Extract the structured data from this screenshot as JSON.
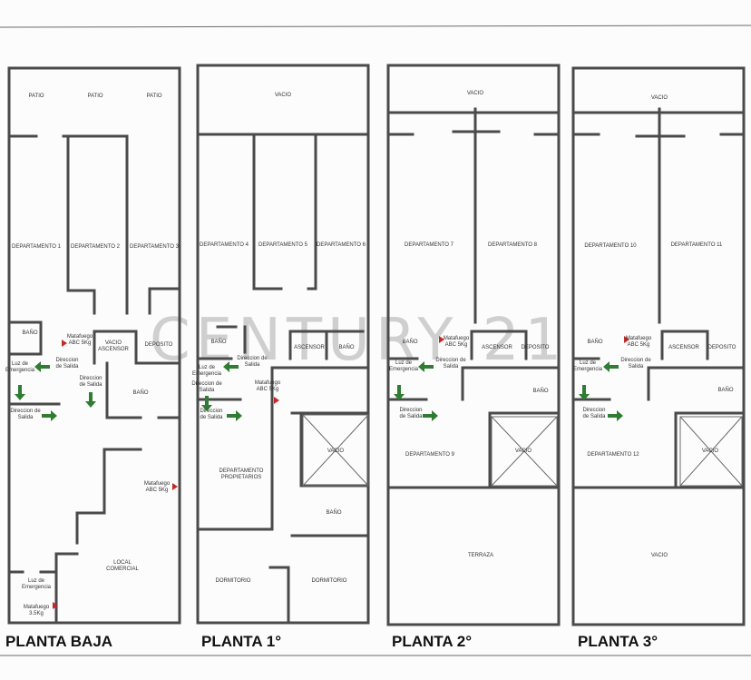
{
  "watermark": "CENTURY 21",
  "colors": {
    "wall": "#4a4a4a",
    "exit_arrow": "#2e7d32",
    "extinguisher": "#c62828",
    "watermark": "#9a9a9a"
  },
  "plans": [
    {
      "title": "PLANTA BAJA",
      "labels": [
        [
          "PATIO"
        ],
        [
          "PATIO"
        ],
        [
          "PATIO"
        ],
        [
          "DEPARTAMENTO 1"
        ],
        [
          "DEPARTAMENTO 2"
        ],
        [
          "DEPARTAMENTO 3"
        ],
        [
          "BAÑO"
        ],
        [
          "Matafuego",
          "ABC 5Kg"
        ],
        [
          "VACIO",
          "ASCENSOR"
        ],
        [
          "DEPOSITO"
        ],
        [
          "Luz de",
          "Emergencia"
        ],
        [
          "Direccion",
          "de Salida"
        ],
        [
          "Direccion",
          "de Salida"
        ],
        [
          "BAÑO"
        ],
        [
          "Direccion de",
          "Salida"
        ],
        [
          "Matafuego",
          "ABC 5Kg"
        ],
        [
          "LOCAL",
          "COMERCIAL"
        ],
        [
          "Luz de",
          "Emergencia"
        ],
        [
          "Matafuego",
          "3.5Kg"
        ]
      ]
    },
    {
      "title": "PLANTA 1°",
      "labels": [
        [
          "VACIO"
        ],
        [
          "DEPARTAMENTO 4"
        ],
        [
          "DEPARTAMENTO 5"
        ],
        [
          "DEPARTAMENTO 6"
        ],
        [
          "BAÑO"
        ],
        [
          "Direccion de",
          "Salida"
        ],
        [
          "Luz de",
          "Emergencia"
        ],
        [
          "ASCENSOR"
        ],
        [
          "BAÑO"
        ],
        [
          "Direccion de",
          "Salida"
        ],
        [
          "Matafuego",
          "ABC 5Kg"
        ],
        [
          "Direccion",
          "de Salida"
        ],
        [
          "VACIO"
        ],
        [
          "DEPARTAMENTO",
          "PROPIETARIOS"
        ],
        [
          "BAÑO"
        ],
        [
          "DORMITORIO"
        ],
        [
          "DORMITORIO"
        ]
      ]
    },
    {
      "title": "PLANTA 2°",
      "labels": [
        [
          "VACIO"
        ],
        [
          "DEPARTAMENTO 7"
        ],
        [
          "DEPARTAMENTO 8"
        ],
        [
          "BAÑO"
        ],
        [
          "Matafuego",
          "ABC 5Kg"
        ],
        [
          "ASCENSOR"
        ],
        [
          "DEPOSITO"
        ],
        [
          "Luz de",
          "Emergencia"
        ],
        [
          "Direccion de",
          "Salida"
        ],
        [
          "BAÑO"
        ],
        [
          "Direccion",
          "de Salida"
        ],
        [
          "DEPARTAMENTO 9"
        ],
        [
          "VACIO"
        ],
        [
          "TERRAZA"
        ]
      ]
    },
    {
      "title": "PLANTA 3°",
      "labels": [
        [
          "VACIO"
        ],
        [
          "DEPARTAMENTO 10"
        ],
        [
          "DEPARTAMENTO 11"
        ],
        [
          "BAÑO"
        ],
        [
          "Matafuego",
          "ABC 5Kg"
        ],
        [
          "ASCENSOR"
        ],
        [
          "DEPOSITO"
        ],
        [
          "Luz de",
          "Emergencia"
        ],
        [
          "Direccion de",
          "Salida"
        ],
        [
          "BAÑO"
        ],
        [
          "Direccion",
          "de Salida"
        ],
        [
          "DEPARTAMENTO 12"
        ],
        [
          "VACIO"
        ],
        [
          "VACIO"
        ]
      ]
    }
  ]
}
